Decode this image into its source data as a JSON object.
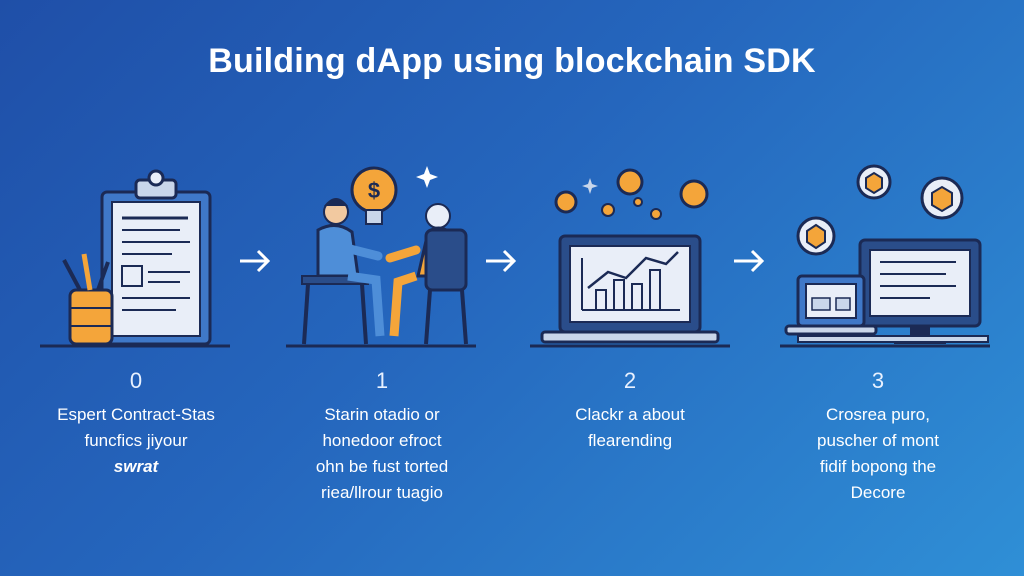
{
  "title": "Building dApp using blockchain SDK",
  "colors": {
    "background_start": "#1f4fa8",
    "background_end": "#2f8fd6",
    "accent_orange": "#f4a53a",
    "outline_navy": "#1b2a55",
    "panel_light": "#e9eef8"
  },
  "steps": [
    {
      "number": "0",
      "icon": "clipboard-icon",
      "lines": [
        "Espert Contract-Stas",
        "funcfics jiyour",
        "swrat"
      ]
    },
    {
      "number": "1",
      "icon": "meeting-icon",
      "lines": [
        "Starin otadio or",
        "honedoor efroct",
        "ohn be fust torted",
        "riea/llrour tuagio"
      ]
    },
    {
      "number": "2",
      "icon": "laptop-chart-icon",
      "lines": [
        "Clackr a about",
        "flearending"
      ]
    },
    {
      "number": "3",
      "icon": "devices-icon",
      "lines": [
        "Crosrea puro,",
        "puscher of mont",
        "fidif bopong the",
        "Decore"
      ]
    }
  ]
}
